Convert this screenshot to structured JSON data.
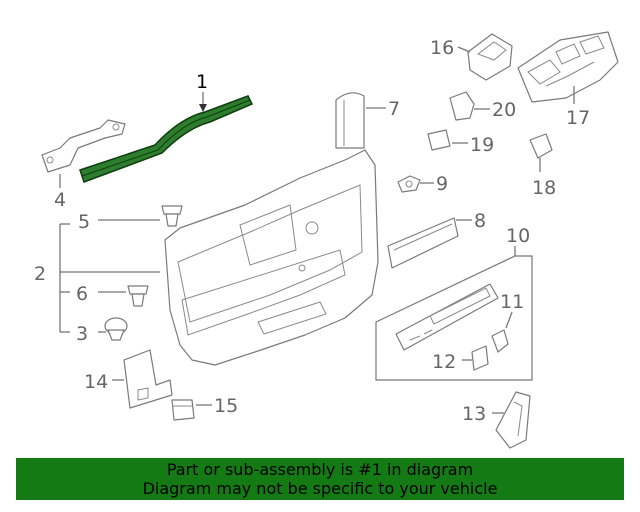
{
  "diagram": {
    "callouts": {
      "c1": "1",
      "c2": "2",
      "c3": "3",
      "c4": "4",
      "c5": "5",
      "c6": "6",
      "c7": "7",
      "c8": "8",
      "c9": "9",
      "c10": "10",
      "c11": "11",
      "c12": "12",
      "c13": "13",
      "c14": "14",
      "c15": "15",
      "c16": "16",
      "c17": "17",
      "c18": "18",
      "c19": "19",
      "c20": "20"
    },
    "highlight_color": "#1f6b1f"
  },
  "banner": {
    "line1": "Part or sub-assembly is #1 in diagram",
    "line2": "Diagram may not be specific to your vehicle",
    "color": "#147a14"
  }
}
